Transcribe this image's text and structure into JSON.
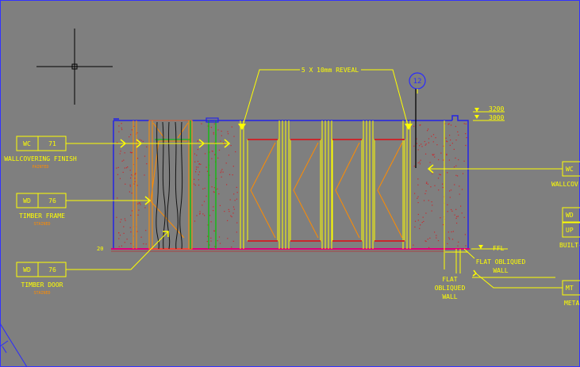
{
  "colors": {
    "background": "#7f7f7f",
    "annotation": "#ffff00",
    "wall_outline": "#2323e6",
    "hatch": "#c8282d",
    "timber": "#ff8c00",
    "green_post": "#00c800",
    "floor_line": "#dc0078",
    "dark_line": "#141414"
  },
  "reveal_note": "5 X 10mm REVEAL",
  "grid_bubble": "12",
  "levels": [
    "3200",
    "3000"
  ],
  "ffl_label": "FFL",
  "flat_obliqued_wall_right": [
    "FLAT OBLIQUED",
    "WALL"
  ],
  "flat_obliqued_wall_below": [
    "FLAT",
    "OBLIQUED",
    "WALL"
  ],
  "left_callouts": [
    {
      "code": "WC",
      "num": "71",
      "title": "WALLCOVERING FINISH",
      "subtitle": "PAINTED"
    },
    {
      "code": "WD",
      "num": "76",
      "title": "TIMBER FRAME",
      "subtitle": "STAINED"
    },
    {
      "code": "WD",
      "num": "76",
      "title": "TIMBER DOOR",
      "subtitle": "STAINED"
    }
  ],
  "right_callouts": [
    {
      "code": "WC",
      "title": "WALLCOV"
    },
    {
      "code": "WD",
      "title": ""
    },
    {
      "code": "UP",
      "title": "BUILT-"
    },
    {
      "code": "MT",
      "title": "META"
    }
  ],
  "dim_text": "20"
}
